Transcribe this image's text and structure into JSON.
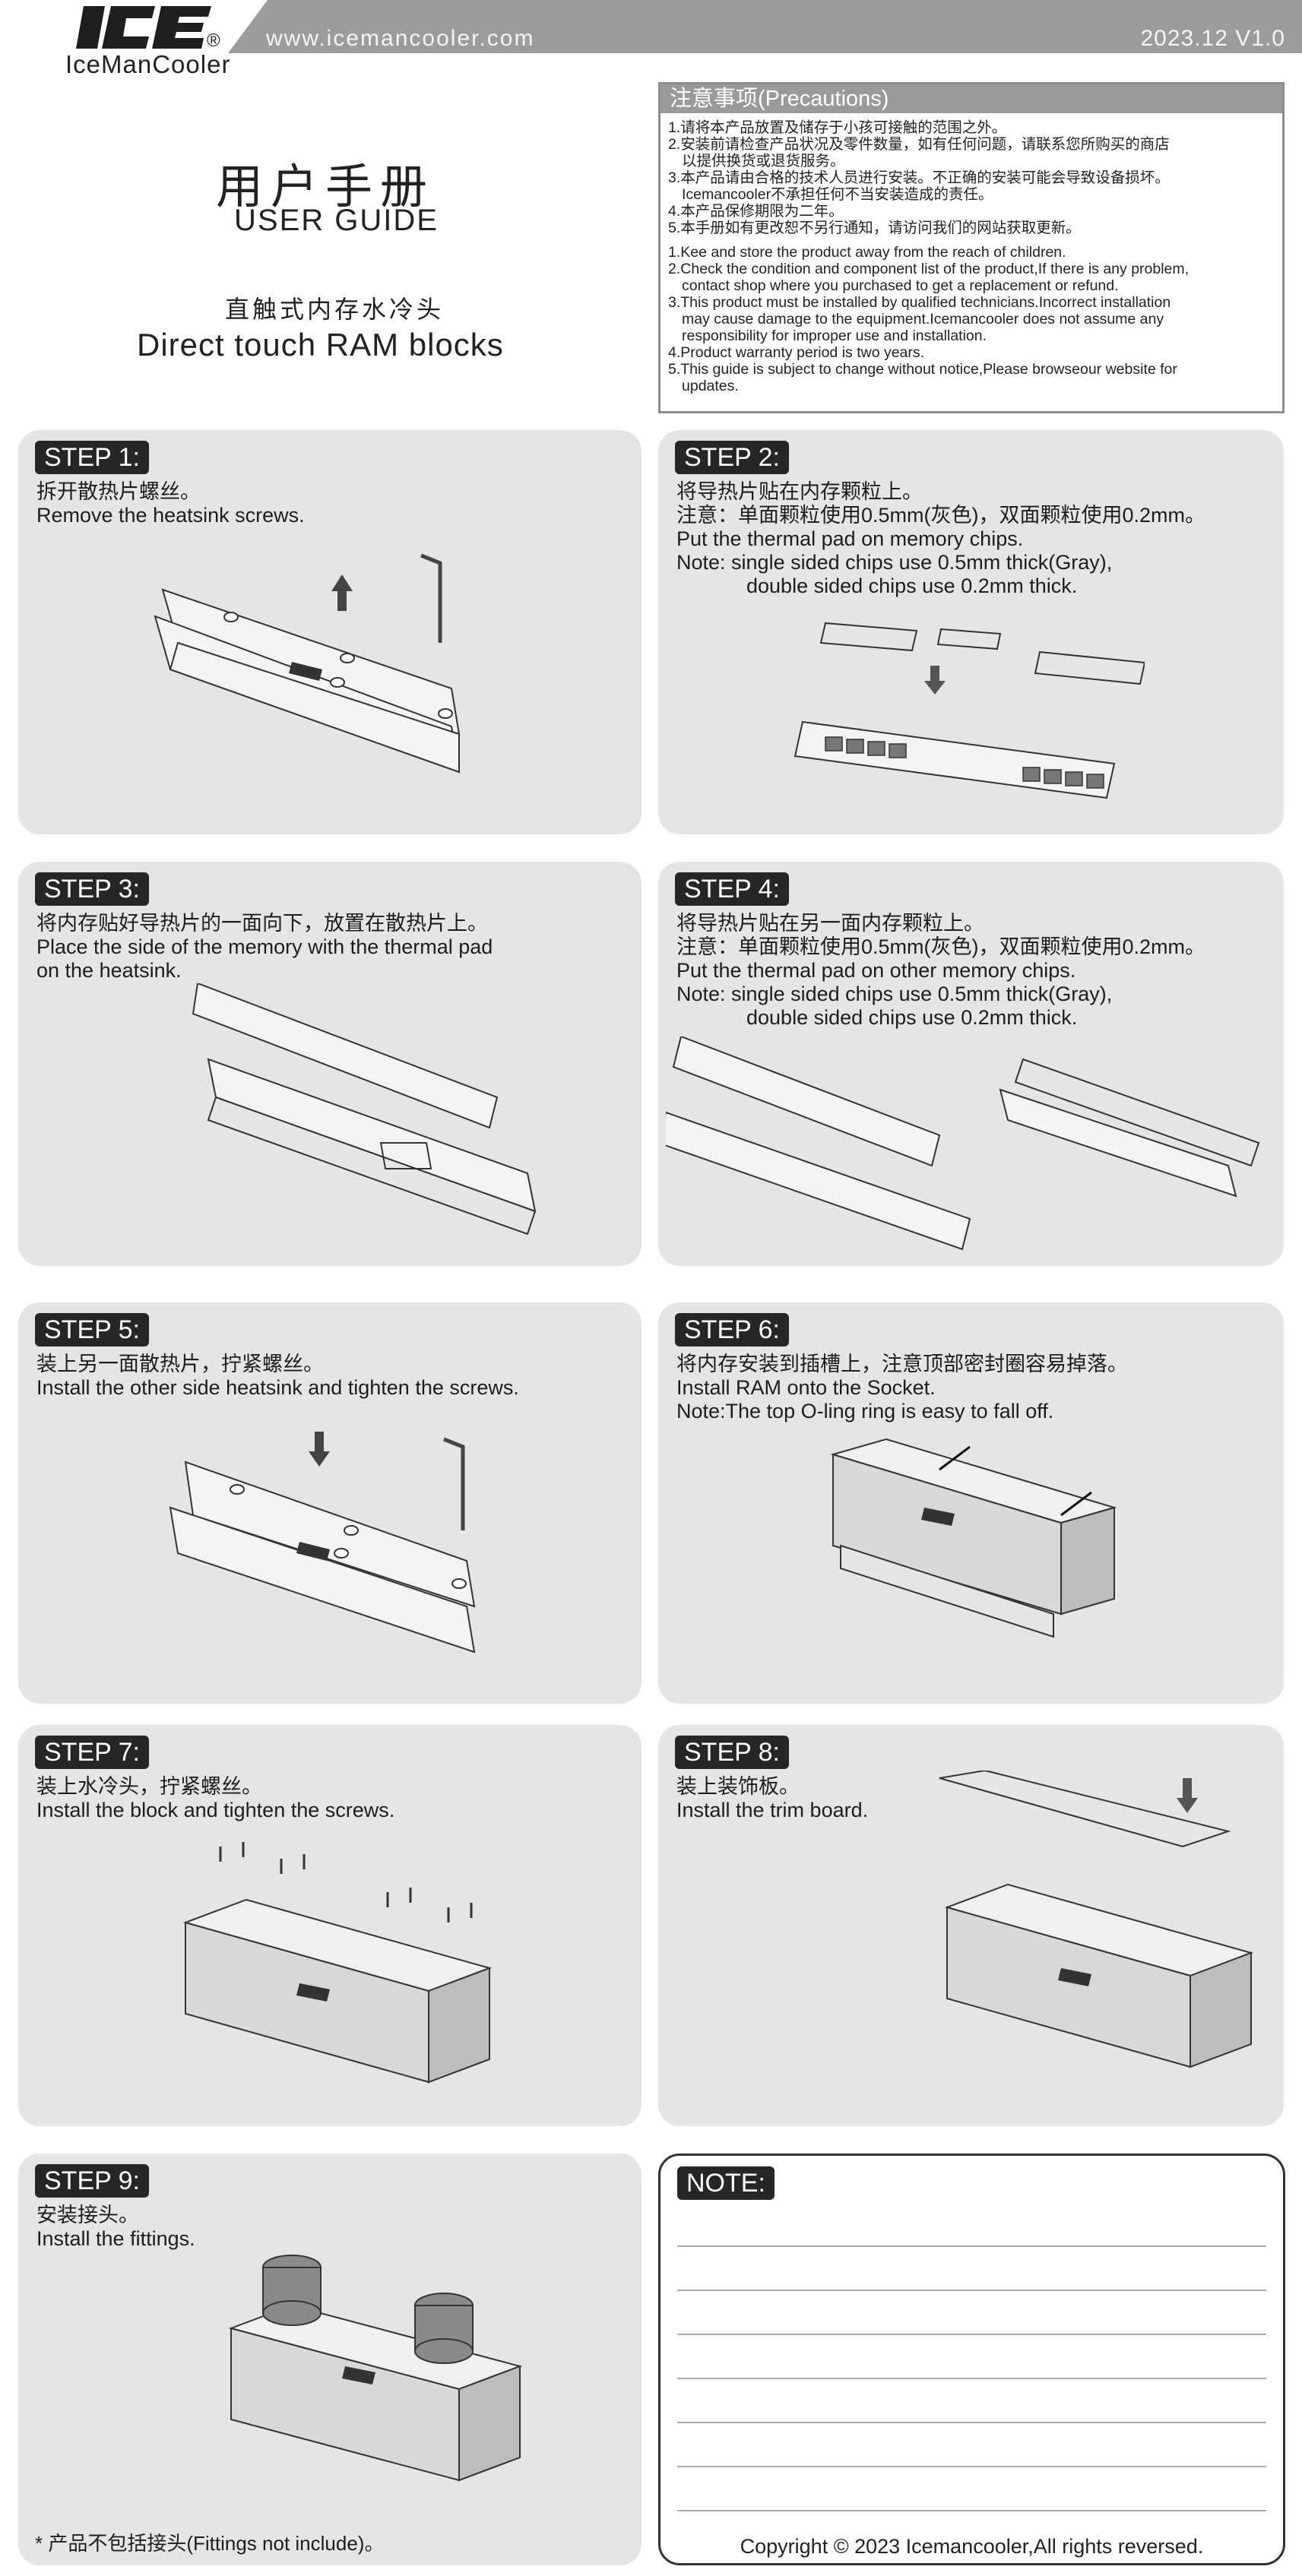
{
  "header": {
    "logo_mark": "ICE",
    "logo_registered": "®",
    "logo_text": "IceManCooler",
    "url": "www.icemancooler.com",
    "version": "2023.12  V1.0"
  },
  "title": {
    "cn": "用户手册",
    "en": "USER GUIDE",
    "product_cn": "直触式内存水冷头",
    "product_en": "Direct touch RAM blocks"
  },
  "precautions": {
    "heading": "注意事项(Precautions)",
    "cn": [
      "1.请将本产品放置及储存于小孩可接触的范围之外。",
      "2.安装前请检查产品状况及零件数量，如有任何问题，请联系您所购买的商店",
      "以提供换货或退货服务。",
      "3.本产品请由合格的技术人员进行安装。不正确的安装可能会导致设备损坏。",
      "Icemancooler不承担任何不当安装造成的责任。",
      "4.本产品保修期限为二年。",
      "5.本手册如有更改恕不另行通知，请访问我们的网站获取更新。"
    ],
    "en": [
      "1.Kee and store the product away from the reach of children.",
      "2.Check the condition and component list of the product,If there is any problem,",
      "contact shop where you purchased to get a replacement or refund.",
      "3.This product must be installed by qualified technicians.Incorrect installation",
      "may cause damage to the equipment.Icemancooler does not assume any",
      "responsibility for improper use and installation.",
      "4.Product warranty period is two years.",
      "5.This guide is subject to change without notice,Please browseour website for",
      "updates."
    ]
  },
  "steps": [
    {
      "badge": "STEP 1:",
      "lines": [
        "拆开散热片螺丝。",
        "Remove the heatsink screws."
      ]
    },
    {
      "badge": "STEP 2:",
      "lines": [
        "将导热片贴在内存颗粒上。",
        "注意：单面颗粒使用0.5mm(灰色)，双面颗粒使用0.2mm。",
        "Put the thermal pad on memory chips.",
        "Note: single sided chips use 0.5mm thick(Gray),",
        "double sided chips use 0.2mm thick."
      ]
    },
    {
      "badge": "STEP 3:",
      "lines": [
        "将内存贴好导热片的一面向下，放置在散热片上。",
        "Place the side of the memory with the thermal pad",
        "on the heatsink."
      ]
    },
    {
      "badge": "STEP 4:",
      "lines": [
        "将导热片贴在另一面内存颗粒上。",
        "注意：单面颗粒使用0.5mm(灰色)，双面颗粒使用0.2mm。",
        "Put the thermal pad on other memory chips.",
        "Note: single sided chips use 0.5mm thick(Gray),",
        "double sided chips use 0.2mm thick."
      ]
    },
    {
      "badge": "STEP 5:",
      "lines": [
        "装上另一面散热片，拧紧螺丝。",
        "Install the other side heatsink and tighten the screws."
      ]
    },
    {
      "badge": "STEP 6:",
      "lines": [
        "将内存安装到插槽上，注意顶部密封圈容易掉落。",
        "Install RAM onto the Socket.",
        "Note:The top O-ling ring is easy to fall off."
      ]
    },
    {
      "badge": "STEP 7:",
      "lines": [
        "装上水冷头，拧紧螺丝。",
        "Install the block and tighten the screws."
      ]
    },
    {
      "badge": "STEP 8:",
      "lines": [
        "装上装饰板。",
        "Install the trim board."
      ]
    },
    {
      "badge": "STEP 9:",
      "lines": [
        "安装接头。",
        "Install the fittings."
      ],
      "footnote": "* 产品不包括接头(Fittings not include)。"
    }
  ],
  "note": {
    "badge": "NOTE:",
    "copyright": "Copyright © 2023 Icemancooler,All rights reversed."
  }
}
